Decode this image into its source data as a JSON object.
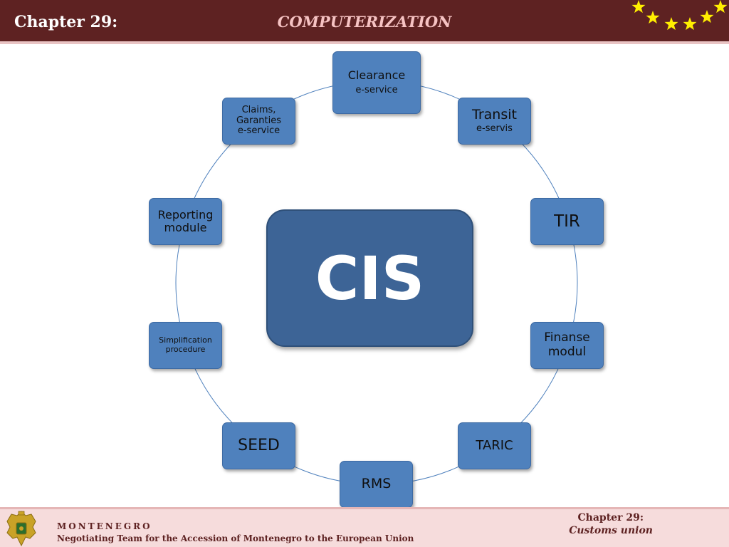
{
  "header": {
    "chapter": "Chapter 29:",
    "topic": "COMPUTERIZATION"
  },
  "diagram": {
    "center_label": "CIS",
    "nodes": {
      "clearance": {
        "title": "Clearance",
        "subtitle": "e-service"
      },
      "transit": {
        "title": "Transit",
        "subtitle": "e-servis"
      },
      "tir": {
        "title": "TIR"
      },
      "finanse": {
        "title": "Finanse modul"
      },
      "taric": {
        "title": "TARIC"
      },
      "rms": {
        "title": "RMS"
      },
      "seed": {
        "title": "SEED"
      },
      "simplification": {
        "title": "Simplification procedure"
      },
      "reporting": {
        "title": "Reporting module"
      },
      "claims": {
        "title": "Claims, Garanties e-service"
      }
    }
  },
  "footer": {
    "country": "MONTENEGRO",
    "team": "Negotiating Team for the Accession of  Montenegro to the European Union",
    "chapter": "Chapter 29:",
    "topic": "Customs union"
  },
  "colors": {
    "header_bg": "#5e2222",
    "node_fill": "#4f81bd",
    "center_fill": "#3d6496",
    "footer_bg": "#f6dcdc",
    "star": "#ffee00"
  }
}
